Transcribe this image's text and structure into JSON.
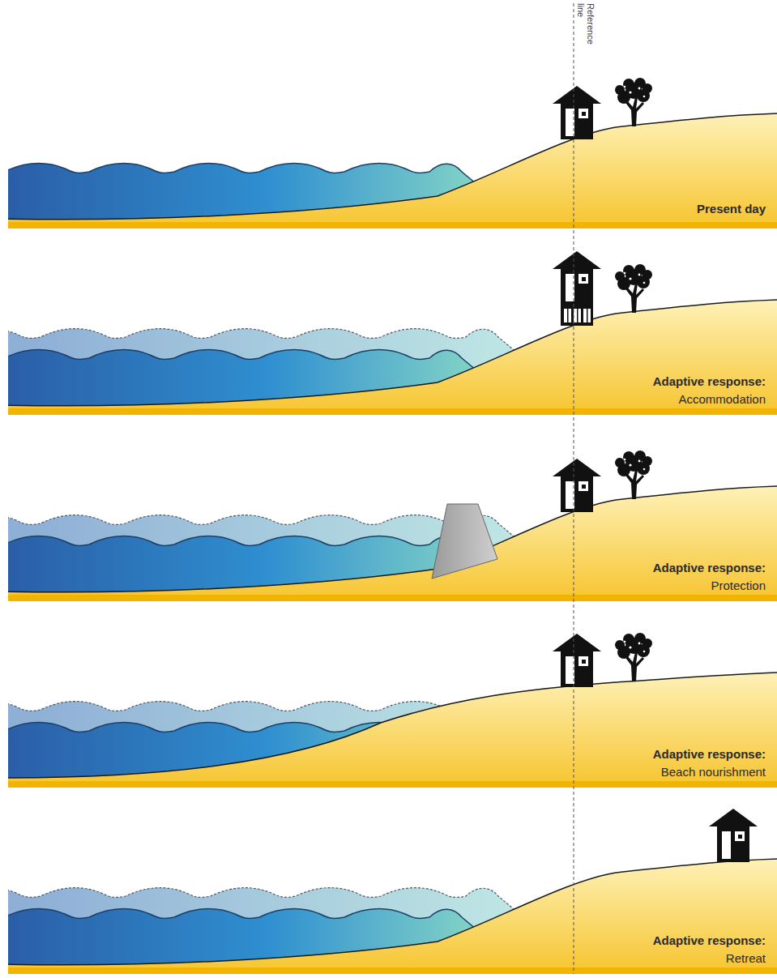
{
  "diagram": {
    "labels": [
      "Reference line",
      "Present day",
      "Adaptive response:",
      "Accommodation",
      "Adaptive response:",
      "Protection",
      "Adaptive response:",
      "Beach nourishment",
      "Adaptive response:",
      "Retreat"
    ]
  }
}
